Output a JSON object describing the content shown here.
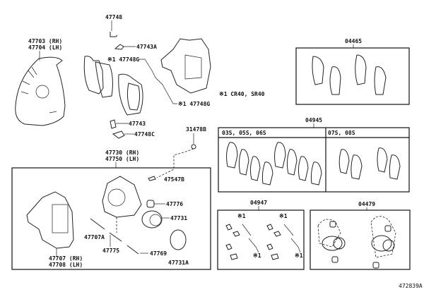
{
  "labels": {
    "p47748": "47748",
    "p47743A": "47743A",
    "p47748G_a": "※1 47748G",
    "p47748G_b": "※1 47748G",
    "p47703": "47703 (RH)",
    "p47704": "47704 (LH)",
    "note": "※1 CR40, SR40",
    "p47743": "47743",
    "p47748C": "47748C",
    "p31478B": "31478B",
    "p47730": "47730 (RH)",
    "p47750": "47750 (LH)",
    "p47547B": "47547B",
    "p47776": "47776",
    "p47731": "47731",
    "p47707A": "47707A",
    "p47775": "47775",
    "p47769": "47769",
    "p47731A": "47731A",
    "p47707": "47707 (RH)",
    "p47708": "47708 (LH)",
    "p04465": "04465",
    "p04945": "04945",
    "grp1": "03S, 05S, 06S",
    "grp2": "07S, 08S",
    "p04947": "04947",
    "mark": "※1",
    "p04479": "04479",
    "diagram_id": "472839A"
  }
}
